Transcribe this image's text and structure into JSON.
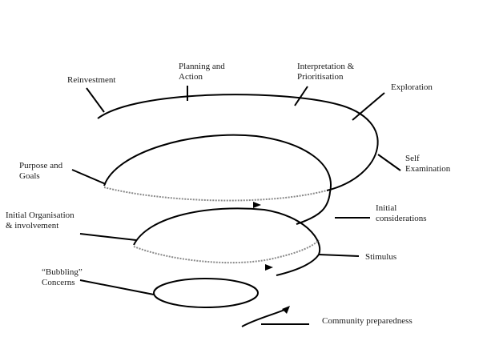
{
  "diagram": {
    "type": "spiral",
    "labels": {
      "reinvestment": [
        "Reinvestment"
      ],
      "planning_action": [
        "Planning and",
        "Action"
      ],
      "interpretation": [
        "Interpretation &",
        "Prioritisation"
      ],
      "exploration": [
        "Exploration"
      ],
      "self_examination": [
        "Self",
        "Examination"
      ],
      "purpose_goals": [
        "Purpose and",
        "Goals"
      ],
      "initial_considerations": [
        "Initial",
        "considerations"
      ],
      "initial_organisation": [
        "Initial Organisation",
        "& involvement"
      ],
      "stimulus": [
        "Stimulus"
      ],
      "bubbling_concerns": [
        "“Bubbling”",
        "Concerns"
      ],
      "community_preparedness": [
        "Community preparedness"
      ]
    }
  }
}
